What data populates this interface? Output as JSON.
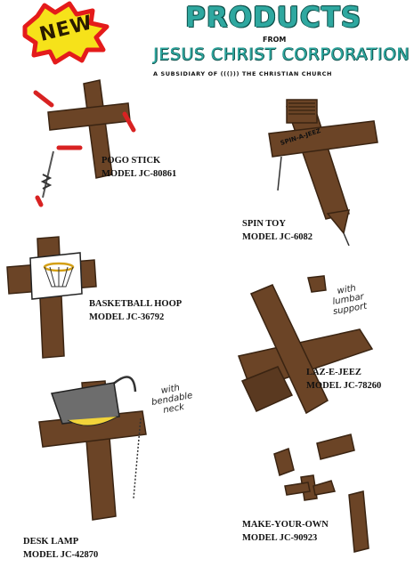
{
  "header": {
    "badge": "NEW",
    "title": "PRODUCTS",
    "from": "FROM",
    "company": "JESUS CHRIST CORPORATION",
    "subsidiary": "A SUBSIDIARY OF ((())) THE CHRISTIAN CHURCH"
  },
  "products": [
    {
      "name": "POGO STICK",
      "model": "MODEL JC-80861"
    },
    {
      "name": "SPIN TOY",
      "model": "MODEL JC-6082"
    },
    {
      "name": "BASKETBALL HOOP",
      "model": "MODEL JC-36792"
    },
    {
      "name": "LAZ-E-JEEZ",
      "model": "MODEL JC-78260"
    },
    {
      "name": "DESK LAMP",
      "model": "MODEL JC-42870"
    },
    {
      "name": "MAKE-YOUR-OWN",
      "model": "MODEL JC-90923"
    }
  ],
  "notes": {
    "lumbar": [
      "with",
      "lumbar",
      "support"
    ],
    "neck": [
      "with",
      "bendable",
      "neck"
    ]
  },
  "spin_label": "SPIN-A-JEEZ",
  "colors": {
    "wood": "#6b4426",
    "wood_dark": "#3a2412",
    "title": "#2fa8a0",
    "badge": "#e41b1b",
    "badge_fill": "#f6e21a"
  }
}
